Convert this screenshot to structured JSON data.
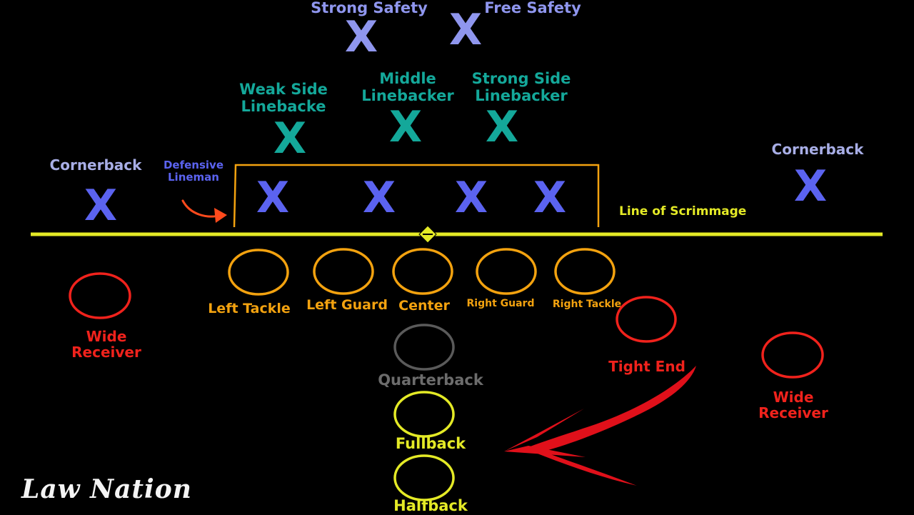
{
  "defense": {
    "strong_safety": "Strong Safety",
    "free_safety": "Free Safety",
    "weak_side_linebacker": [
      "Weak Side",
      "Linebacke"
    ],
    "middle_linebacker": [
      "Middle",
      "Linebacker"
    ],
    "strong_side_linebacker": [
      "Strong Side",
      "Linebacker"
    ],
    "cornerback_left": "Cornerback",
    "cornerback_right": "Cornerback",
    "defensive_lineman": [
      "Defensive",
      "Lineman"
    ],
    "marker_symbol": "X"
  },
  "offense": {
    "left_tackle": "Left Tackle",
    "left_guard": "Left Guard",
    "center": "Center",
    "right_guard": "Right Guard",
    "right_tackle": "Right Tackle",
    "tight_end": "Tight End",
    "wide_receiver_left": [
      "Wide",
      "Receiver"
    ],
    "wide_receiver_right": [
      "Wide",
      "Receiver"
    ],
    "quarterback": "Quarterback",
    "fullback": "Fullback",
    "halfback": "Halfback"
  },
  "line_of_scrimmage": "Line of Scrimmage",
  "brand": "Law Nation",
  "colors": {
    "safety": "#8f96ee",
    "linebacker": "#14a89a",
    "cornerback": "#a8aee6",
    "defensive_line": "#5b63f0",
    "offensive_line": "#f3a20f",
    "receiver": "#f0221c",
    "quarterback": "#5a5a5a",
    "backs": "#e4ea26",
    "scrimmage_line": "#e4ea26",
    "pointer_arrow": "#e0101a"
  }
}
